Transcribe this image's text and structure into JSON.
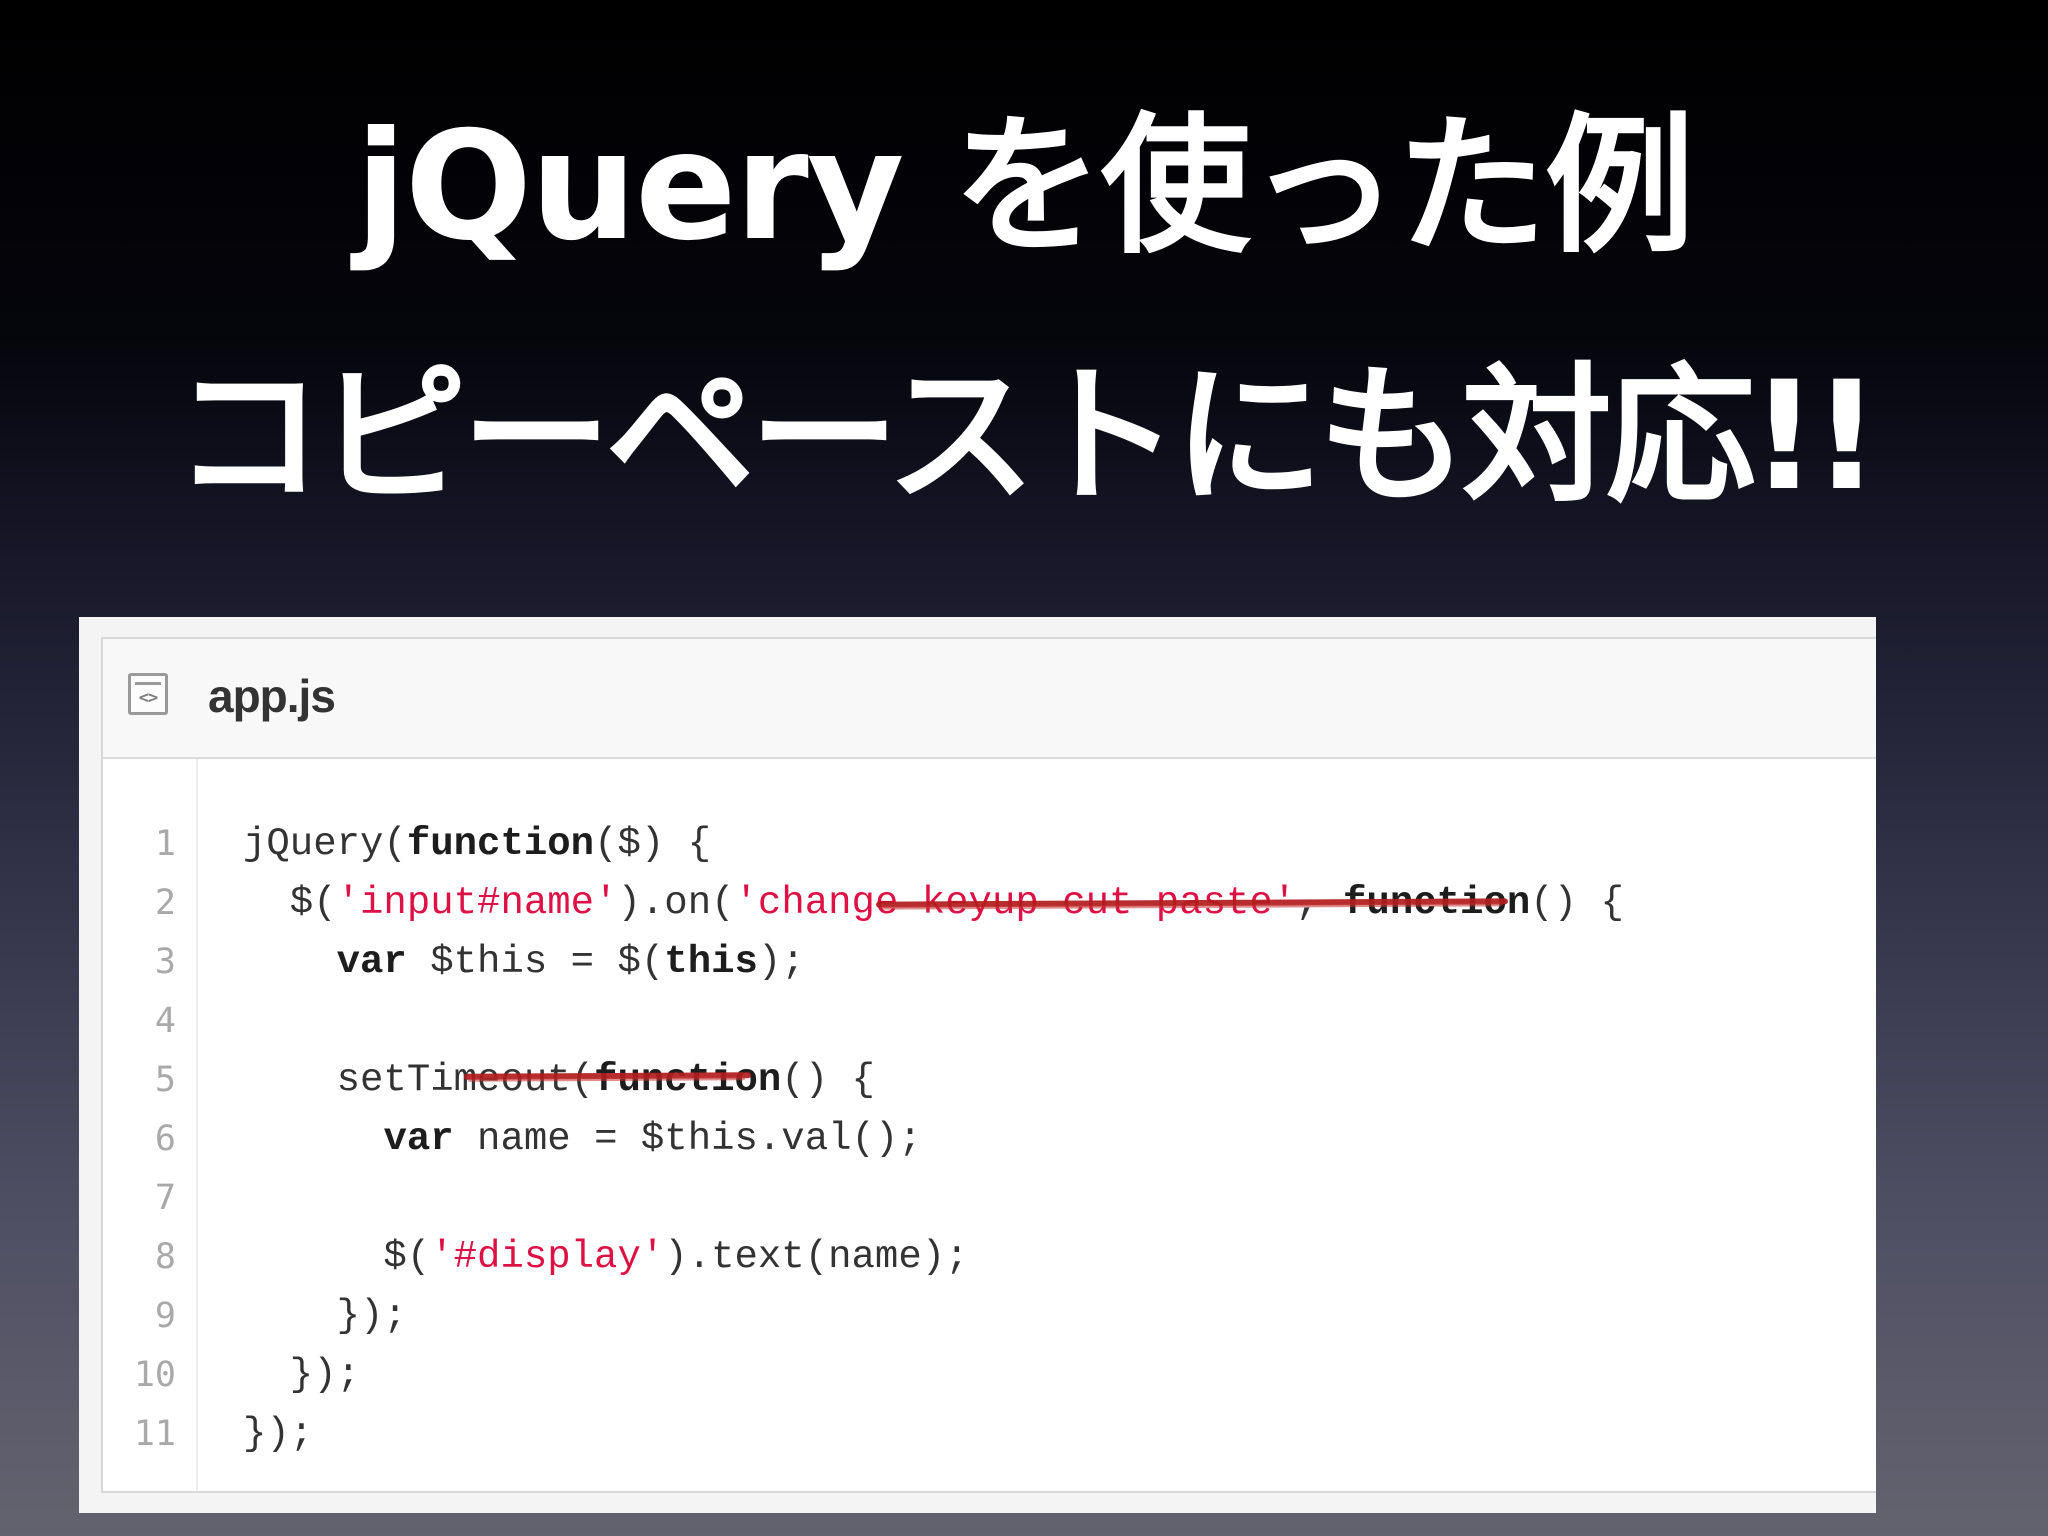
{
  "title": {
    "line1": "jQuery を使った例",
    "line2": "コピーペーストにも対応!!"
  },
  "code_view": {
    "file_icon": "code-file-icon",
    "file_icon_glyph": "<>",
    "file_name": "app.js",
    "accent_colors": {
      "string": "#dd1144",
      "keyword": "#1d1d1d",
      "underline": "#b21d1d"
    },
    "lines": [
      {
        "number": "1",
        "tokens": [
          {
            "t": "jQuery(",
            "k": "plain"
          },
          {
            "t": "function",
            "k": "kw"
          },
          {
            "t": "($) {",
            "k": "plain"
          }
        ]
      },
      {
        "number": "2",
        "tokens": [
          {
            "t": "  $(",
            "k": "plain"
          },
          {
            "t": "'input#name'",
            "k": "str"
          },
          {
            "t": ").on(",
            "k": "plain"
          },
          {
            "t": "'change keyup cut paste'",
            "k": "str"
          },
          {
            "t": ", ",
            "k": "plain"
          },
          {
            "t": "function",
            "k": "kw"
          },
          {
            "t": "() {",
            "k": "plain"
          }
        ]
      },
      {
        "number": "3",
        "tokens": [
          {
            "t": "    ",
            "k": "plain"
          },
          {
            "t": "var",
            "k": "kw"
          },
          {
            "t": " $this = $(",
            "k": "plain"
          },
          {
            "t": "this",
            "k": "kw"
          },
          {
            "t": ");",
            "k": "plain"
          }
        ]
      },
      {
        "number": "4",
        "tokens": []
      },
      {
        "number": "5",
        "tokens": [
          {
            "t": "    setTimeout(",
            "k": "plain"
          },
          {
            "t": "function",
            "k": "kw"
          },
          {
            "t": "() {",
            "k": "plain"
          }
        ]
      },
      {
        "number": "6",
        "tokens": [
          {
            "t": "      ",
            "k": "plain"
          },
          {
            "t": "var",
            "k": "kw"
          },
          {
            "t": " name = $this.val();",
            "k": "plain"
          }
        ]
      },
      {
        "number": "7",
        "tokens": []
      },
      {
        "number": "8",
        "tokens": [
          {
            "t": "      $(",
            "k": "plain"
          },
          {
            "t": "'#display'",
            "k": "str"
          },
          {
            "t": ").text(name);",
            "k": "plain"
          }
        ]
      },
      {
        "number": "9",
        "tokens": [
          {
            "t": "    });",
            "k": "plain"
          }
        ]
      },
      {
        "number": "10",
        "tokens": [
          {
            "t": "  });",
            "k": "plain"
          }
        ]
      },
      {
        "number": "11",
        "tokens": [
          {
            "t": "});",
            "k": "plain"
          }
        ]
      }
    ]
  }
}
